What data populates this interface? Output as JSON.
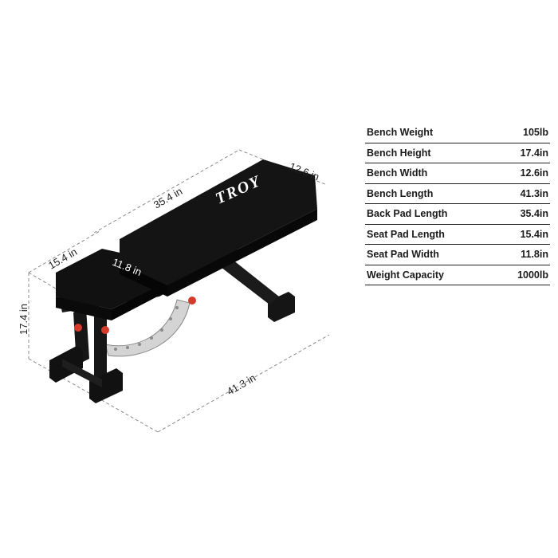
{
  "diagram": {
    "brand_logo": "TROY",
    "dimensions": {
      "back_pad_width": "12.6 in",
      "back_pad_length": "35.4 in",
      "seat_pad_length": "15.4 in",
      "seat_pad_width": "11.8 in",
      "height": "17.4 in",
      "length": "41.3 in"
    },
    "colors": {
      "bench_body": "#151515",
      "knob": "#d63a2a",
      "ladder": "#d4d4d4",
      "dimension_line": "#8a8a8a"
    }
  },
  "specs": [
    {
      "label": "Bench Weight",
      "value": "105lb"
    },
    {
      "label": "Bench Height",
      "value": "17.4in"
    },
    {
      "label": "Bench Width",
      "value": "12.6in"
    },
    {
      "label": "Bench Length",
      "value": "41.3in"
    },
    {
      "label": "Back Pad Length",
      "value": "35.4in"
    },
    {
      "label": "Seat Pad Length",
      "value": "15.4in"
    },
    {
      "label": "Seat Pad Width",
      "value": "11.8in"
    },
    {
      "label": "Weight Capacity",
      "value": "1000lb"
    }
  ]
}
